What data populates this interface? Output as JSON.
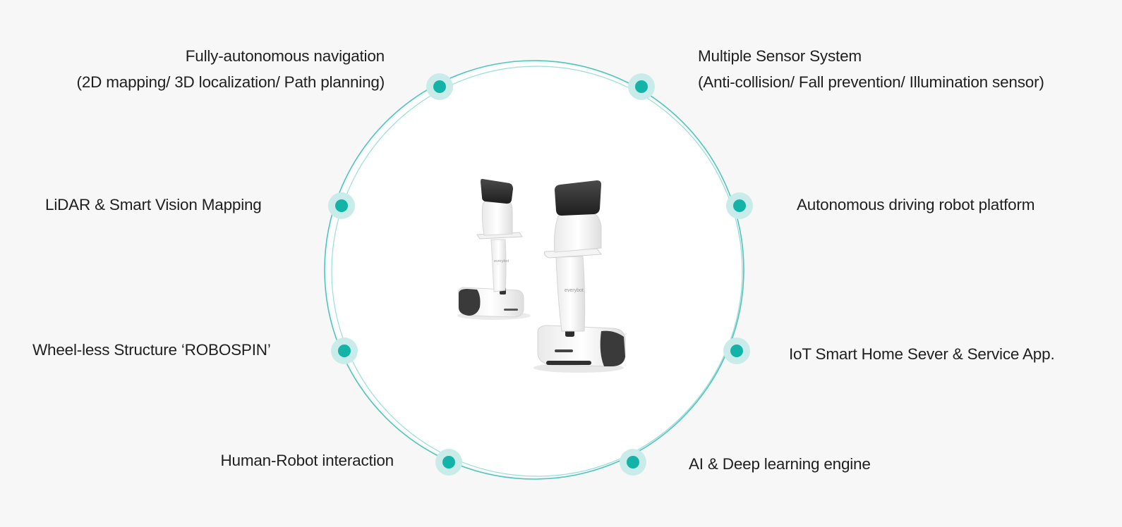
{
  "colors": {
    "accent": "#14b3a8",
    "ring": "#3fbfb5",
    "halo": "#c9ecea",
    "text": "#1f1f1f"
  },
  "features": [
    {
      "id": "nav",
      "lines": [
        "Fully-autonomous navigation",
        "(2D mapping/ 3D localization/ Path planning)"
      ]
    },
    {
      "id": "sensor",
      "lines": [
        "Multiple Sensor System",
        "(Anti-collision/ Fall prevention/ Illumination sensor)"
      ]
    },
    {
      "id": "lidar",
      "lines": [
        "LiDAR & Smart Vision Mapping"
      ]
    },
    {
      "id": "platform",
      "lines": [
        "Autonomous driving robot platform"
      ]
    },
    {
      "id": "wheel",
      "lines": [
        "Wheel-less Structure ‘ROBOSPIN’"
      ]
    },
    {
      "id": "iot",
      "lines": [
        "IoT Smart Home Sever & Service App."
      ]
    },
    {
      "id": "hri",
      "lines": [
        "Human-Robot interaction"
      ]
    },
    {
      "id": "ai",
      "lines": [
        "AI & Deep learning engine"
      ]
    }
  ],
  "robots": {
    "brand_text": "everybot"
  }
}
